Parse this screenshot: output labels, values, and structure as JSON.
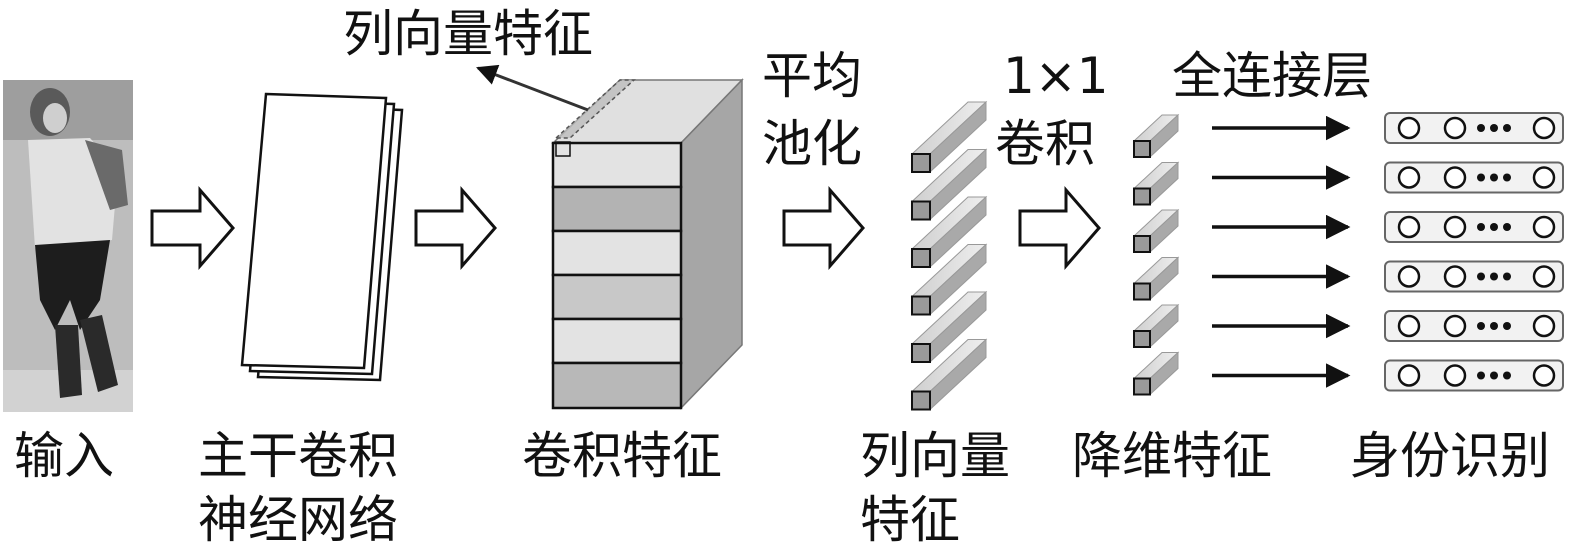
{
  "labels": {
    "input": "输入",
    "backbone_line1": "主干卷积",
    "backbone_line2": "神经网络",
    "conv_features": "卷积特征",
    "column_vector_line1": "列向量",
    "column_vector_line2": "特征",
    "column_vector_callout": "列向量特征",
    "avg_pool_line1": "平均",
    "avg_pool_line2": "池化",
    "conv1x1_line1": "1×1",
    "conv1x1_line2": "卷积",
    "fc_layer": "全连接层",
    "reduced_features": "降维特征",
    "identity": "身份识别"
  },
  "fc_node_rows": [
    {
      "symbols": "O  O  ••• O"
    },
    {
      "symbols": "O  O  ••• O"
    },
    {
      "symbols": "O  O  ••• O"
    },
    {
      "symbols": "O  O  ••• O"
    },
    {
      "symbols": "O  O  ••• O"
    },
    {
      "symbols": "O  O  ••• O"
    }
  ],
  "colors": {
    "ink": "#111111",
    "stripe_light": "#e3e3e3",
    "stripe_dark": "#b3b3b3",
    "box_side": "#9a9a9a",
    "box_top": "#d6d6d6",
    "row_fill": "#f2f2f2"
  }
}
